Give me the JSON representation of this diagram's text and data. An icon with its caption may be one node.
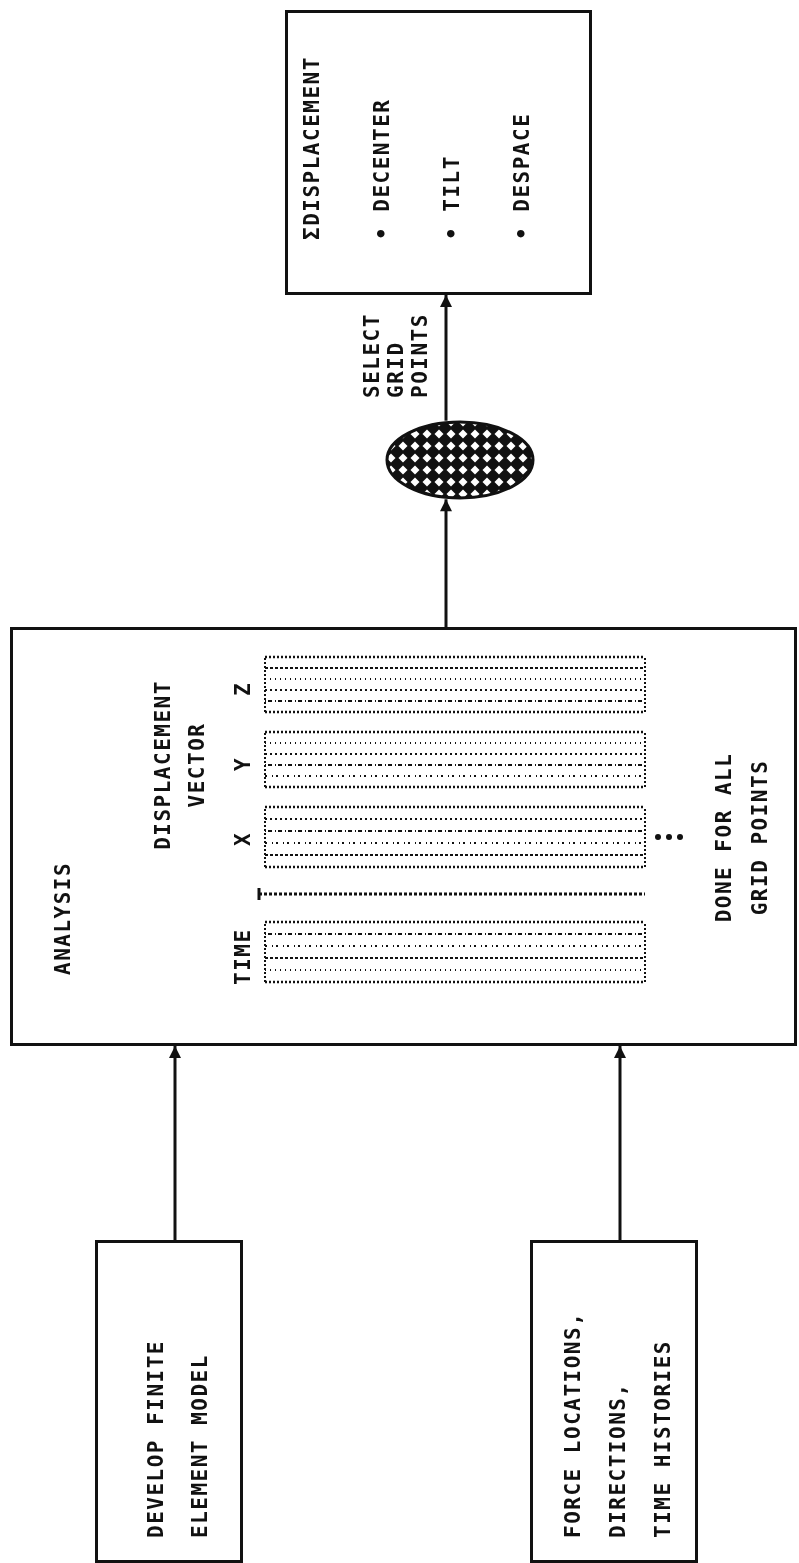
{
  "diagram": {
    "nodes": [
      {
        "text": [
          "DEVELOP FINITE ELEMENT MODEL"
        ]
      },
      {
        "text": [
          "FORCE LOCATIONS,",
          "DIRECTIONS,",
          "TIME HISTORIES"
        ]
      },
      {
        "text": [
          "ANALYSIS",
          "DISPLACEMENT VECTOR",
          "TIME",
          "X",
          "Y",
          "Z",
          "DONE FOR ALL GRID POINTS"
        ]
      },
      {
        "text": [],
        "shape": "ellipse"
      },
      {
        "text": [
          "ΣDISPLACEMENT",
          "• DECENTER",
          "• TILT",
          "• DESPACE"
        ]
      }
    ],
    "edges": [
      {
        "from": 0,
        "to": 2,
        "arrow": "to"
      },
      {
        "from": 1,
        "to": 2,
        "arrow": "to"
      },
      {
        "from": 2,
        "to": 3,
        "arrow": "to"
      },
      {
        "from": 3,
        "to": 4,
        "arrow": "to"
      }
    ],
    "labels": [
      "SELECT GRID POINTS"
    ]
  }
}
